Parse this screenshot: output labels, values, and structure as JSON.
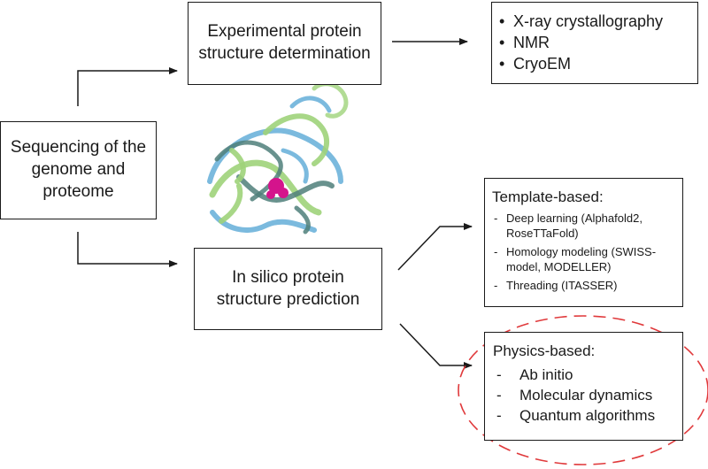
{
  "nodes": {
    "sequencing": "Sequencing of the genome and proteome",
    "experimental": "Experimental protein structure determination",
    "in_silico": "In silico protein structure prediction"
  },
  "experimental_methods": [
    "X-ray crystallography",
    "NMR",
    "CryoEM"
  ],
  "template_based": {
    "title": "Template-based:",
    "items": [
      "Deep learning (Alphafold2, RoseTTaFold)",
      "Homology modeling (SWISS-model, MODELLER)",
      "Threading (ITASSER)"
    ]
  },
  "physics_based": {
    "title": "Physics-based:",
    "items": [
      "Ab initio",
      "Molecular dynamics",
      "Quantum algorithms"
    ]
  },
  "colors": {
    "line": "#1a1a1a",
    "dashed_ellipse": "#e0393b",
    "ribbon_green": "#9fd37a",
    "ribbon_blue": "#5aa9d6",
    "ribbon_dark": "#4f7f7a",
    "ligand": "#d4148c"
  }
}
